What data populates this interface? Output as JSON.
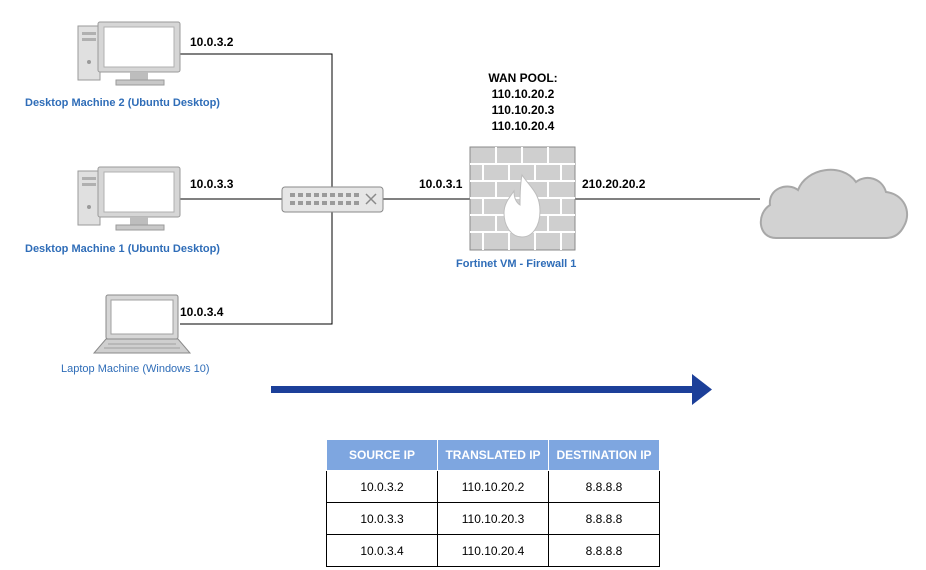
{
  "devices": {
    "desktop2": {
      "name": "Desktop Machine 2 (Ubuntu Desktop)",
      "ip": "10.0.3.2"
    },
    "desktop1": {
      "name": "Desktop Machine 1 (Ubuntu Desktop)",
      "ip": "10.0.3.3"
    },
    "laptop": {
      "name": "Laptop Machine (Windows 10)",
      "ip": "10.0.3.4"
    },
    "firewall": {
      "name": "Fortinet VM - Firewall 1",
      "lan_ip": "10.0.3.1",
      "wan_ip": "210.20.20.2"
    }
  },
  "wan_pool": {
    "title": "WAN POOL:",
    "addresses": [
      "110.10.20.2",
      "110.10.20.3",
      "110.10.20.4"
    ]
  },
  "colors": {
    "device_label": "#2f6db8",
    "table_header": "#7ea6e0",
    "arrow": "#1c3f99",
    "firewall": "#cfcfcf",
    "cloud": "#cfcfcf"
  },
  "nat_table": {
    "headers": [
      "SOURCE IP",
      "TRANSLATED IP",
      "DESTINATION IP"
    ],
    "rows": [
      [
        "10.0.3.2",
        "110.10.20.2",
        "8.8.8.8"
      ],
      [
        "10.0.3.3",
        "110.10.20.3",
        "8.8.8.8"
      ],
      [
        "10.0.3.4",
        "110.10.20.4",
        "8.8.8.8"
      ]
    ]
  }
}
